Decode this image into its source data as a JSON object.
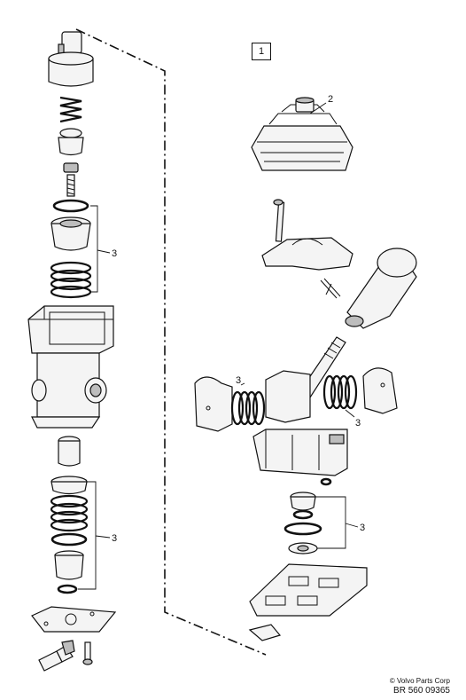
{
  "diagram": {
    "view_number": "1",
    "callouts": [
      "2",
      "3",
      "3",
      "3",
      "3",
      "3"
    ],
    "copyright": "© Volvo Parts Corp",
    "reference_code": "BR 560 09365"
  }
}
